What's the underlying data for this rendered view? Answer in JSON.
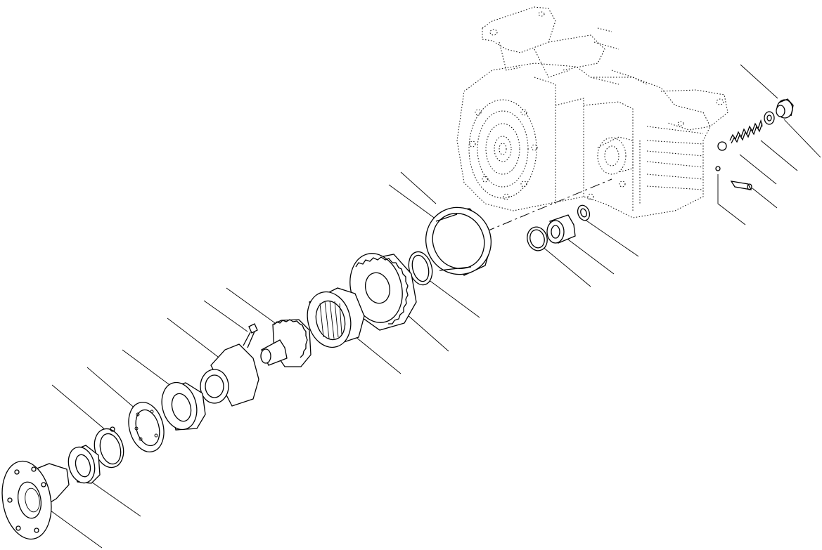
{
  "diagram": {
    "kind": "exploded-parts-view",
    "stroke_color": "#000000",
    "background_color": "#ffffff",
    "parts": [
      {
        "id": "housing",
        "name": "transmission-housing-dotted"
      },
      {
        "id": "seal-large",
        "name": "large-seal-ring"
      },
      {
        "id": "snap-ring-1",
        "name": "snap-ring"
      },
      {
        "id": "gear-large",
        "name": "large-spur-gear"
      },
      {
        "id": "needle-bearing",
        "name": "needle-roller-bearing"
      },
      {
        "id": "gear-shaft",
        "name": "gear-shaft"
      },
      {
        "id": "bolt",
        "name": "small-bolt"
      },
      {
        "id": "hub",
        "name": "bearing-hub"
      },
      {
        "id": "spacer",
        "name": "spacer-ring"
      },
      {
        "id": "ball-bearing",
        "name": "ball-bearing"
      },
      {
        "id": "circlip",
        "name": "circlip"
      },
      {
        "id": "oil-seal",
        "name": "oil-seal"
      },
      {
        "id": "flange",
        "name": "output-flange"
      },
      {
        "id": "retaining-ring",
        "name": "retaining-ring"
      },
      {
        "id": "bushing",
        "name": "bushing"
      },
      {
        "id": "o-ring",
        "name": "o-ring"
      },
      {
        "id": "plug",
        "name": "plug-screw"
      },
      {
        "id": "washer",
        "name": "sealing-washer"
      },
      {
        "id": "spring",
        "name": "compression-spring"
      },
      {
        "id": "ball",
        "name": "check-ball"
      },
      {
        "id": "pin",
        "name": "dowel-pin"
      }
    ]
  }
}
